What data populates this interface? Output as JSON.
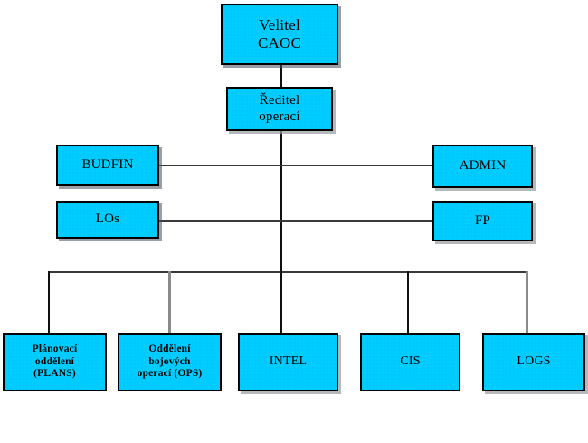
{
  "diagram": {
    "title_text": "Velitel CAOC",
    "language": "cs",
    "colors": {
      "node_fill": "#00ccff",
      "node_border": "#000000",
      "connector_dark": "#3a3a3a",
      "connector_gray": "#8a8a8a",
      "background": "#ffffff",
      "text": "#000000"
    },
    "nodes": {
      "commander": {
        "label": "Velitel\nCAOC"
      },
      "ops_director": {
        "label": "Ředitel\noperací"
      },
      "budfin": {
        "label": "BUDFIN"
      },
      "admin": {
        "label": "ADMIN"
      },
      "los": {
        "label": "LOs"
      },
      "fp": {
        "label": "FP"
      },
      "plans": {
        "label": "Plánovací\noddělení\n(PLANS)"
      },
      "ops": {
        "label": "Oddělení\nbojových\noperací (OPS)"
      },
      "intel": {
        "label": "INTEL"
      },
      "cis": {
        "label": "CIS"
      },
      "logs": {
        "label": "LOGS"
      }
    }
  }
}
